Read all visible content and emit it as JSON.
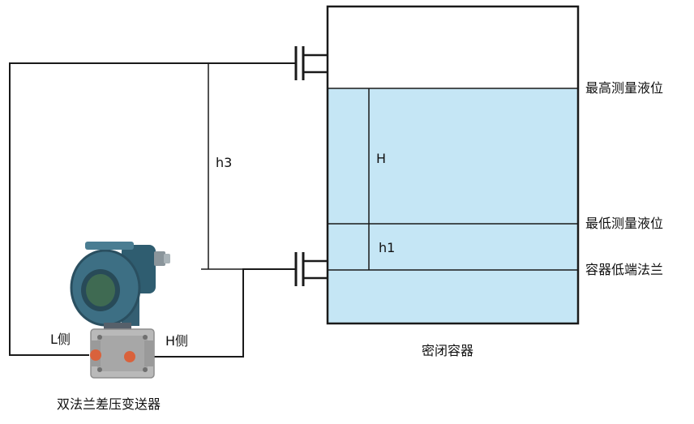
{
  "labels": {
    "max_level": "最高测量液位",
    "min_level": "最低测量液位",
    "low_flange": "容器低端法兰",
    "vessel": "密闭容器",
    "transmitter": "双法兰差压变送器",
    "h3": "h3",
    "H": "H",
    "h1": "h1",
    "l_side": "L侧",
    "h_side": "H侧"
  },
  "colors": {
    "liquid": "#c5e6f5",
    "line": "#1a1a1a",
    "transmitter_body": "#3d6f84",
    "flange_block": "#b9b9b9",
    "port": "#d9623c"
  }
}
